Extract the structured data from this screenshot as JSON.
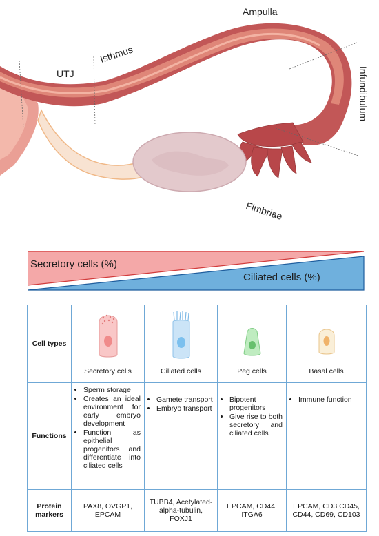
{
  "anatomy": {
    "labels": {
      "utj": "UTJ",
      "isthmus": "Isthmus",
      "ampulla": "Ampulla",
      "infundibulum": "Infundibulum",
      "fimbriae": "Fimbriae"
    },
    "colors": {
      "tube_dark": "#b24a4a",
      "tube_mid": "#c96060",
      "tube_light": "#e9a99a",
      "ovary": "#e3c9cc",
      "ligament": "#f6dcc6"
    }
  },
  "gradient": {
    "secretory_label": "Secretory cells (%)",
    "ciliated_label": "Ciliated cells (%)",
    "secretory_color": "#f4a8a8",
    "ciliated_color": "#6fb0dd"
  },
  "table": {
    "row_headers": {
      "cell_types": "Cell types",
      "functions": "Functions",
      "protein_markers": "Protein markers"
    },
    "columns": [
      {
        "cell_name": "Secretory cells",
        "icon": "secretory-cell-icon",
        "functions": [
          "Sperm storage",
          "Creates an ideal environment for early embryo development",
          "Function as epithelial progenitors and differentiate into ciliated cells"
        ],
        "markers": "PAX8, OVGP1, EPCAM"
      },
      {
        "cell_name": "Ciliated cells",
        "icon": "ciliated-cell-icon",
        "functions": [
          "Gamete transport",
          "Embryo transport"
        ],
        "markers": "TUBB4, Acetylated-alpha-tubulin, FOXJ1"
      },
      {
        "cell_name": "Peg cells",
        "icon": "peg-cell-icon",
        "functions": [
          "Bipotent progenitors",
          "Give rise to both secretory and ciliated cells"
        ],
        "markers": "EPCAM, CD44, ITGA6"
      },
      {
        "cell_name": "Basal cells",
        "icon": "basal-cell-icon",
        "functions": [
          "Immune function"
        ],
        "markers": "EPCAM, CD3 CD45, CD44, CD69, CD103"
      }
    ],
    "border_color": "#6fa8d6"
  }
}
